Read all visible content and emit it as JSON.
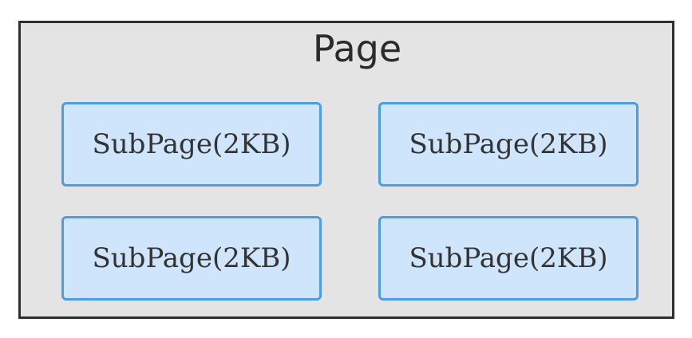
{
  "page": {
    "title": "Page",
    "subpages": [
      {
        "label": "SubPage(2KB)"
      },
      {
        "label": "SubPage(2KB)"
      },
      {
        "label": "SubPage(2KB)"
      },
      {
        "label": "SubPage(2KB)"
      }
    ]
  },
  "colors": {
    "page_fill": "#e4e4e4",
    "page_border": "#2f2f2f",
    "subpage_fill": "#cfe5fb",
    "subpage_border": "#4a9de6"
  }
}
